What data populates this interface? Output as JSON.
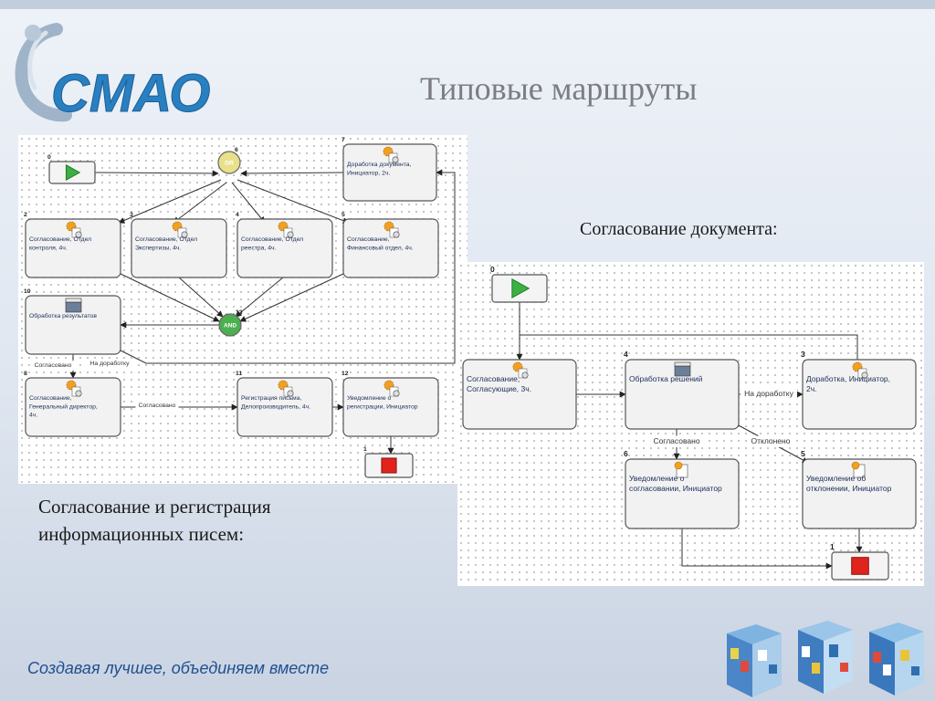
{
  "title": "Типовые маршруты",
  "logo_text": "СМАО",
  "footer": "Создавая лучшее, объединяем вместе",
  "caption_left": [
    "Согласование и регистрация",
    "информационных писем:"
  ],
  "caption_right": "Согласование документа:",
  "colors": {
    "accent": "#2a7fc0",
    "start": "#3cb043",
    "stop": "#e0241b",
    "node_border": "#555555",
    "or_gate": "#e8e08a",
    "and_gate": "#4caf50"
  },
  "diagram_left": {
    "nodes": [
      {
        "id": "0",
        "num": "0",
        "type": "start",
        "label": []
      },
      {
        "id": "6",
        "num": "6",
        "type": "or",
        "label": [
          "OR"
        ]
      },
      {
        "id": "7",
        "num": "7",
        "type": "task",
        "icon": "gear-doc-icon",
        "label": [
          "Доработка документа,",
          "Инициатор, 2ч."
        ]
      },
      {
        "id": "2",
        "num": "2",
        "type": "task",
        "icon": "gear-doc-icon",
        "label": [
          "Согласование, Отдел",
          "контроля, 4ч."
        ]
      },
      {
        "id": "3",
        "num": "3",
        "type": "task",
        "icon": "gear-doc-icon",
        "label": [
          "Согласование, Отдел",
          "Экспертизы, 4ч."
        ]
      },
      {
        "id": "4",
        "num": "4",
        "type": "task",
        "icon": "gear-doc-icon",
        "label": [
          "Согласование, Отдел",
          "реестра, 4ч."
        ]
      },
      {
        "id": "5",
        "num": "5",
        "type": "task",
        "icon": "gear-doc-icon",
        "label": [
          "Согласование,",
          "Финансовый отдел, 4ч."
        ]
      },
      {
        "id": "10",
        "num": "10",
        "type": "task",
        "icon": "clapper-icon",
        "label": [
          "Обработка результатов"
        ]
      },
      {
        "id": "13",
        "num": "13",
        "type": "and",
        "label": [
          "AND"
        ]
      },
      {
        "id": "8",
        "num": "8",
        "type": "task",
        "icon": "gear-doc-icon",
        "label": [
          "Согласование,",
          "Генеральный директор,",
          "4ч."
        ]
      },
      {
        "id": "11",
        "num": "11",
        "type": "task",
        "icon": "gear-doc-icon",
        "label": [
          "Регистрация письма,",
          "Делопроизводитель, 4ч."
        ]
      },
      {
        "id": "12",
        "num": "12",
        "type": "task",
        "icon": "gear-doc-icon",
        "label": [
          "Уведомление о",
          "регистрации, Инициатор"
        ]
      },
      {
        "id": "1",
        "num": "1",
        "type": "stop",
        "label": []
      }
    ],
    "edges": [
      {
        "from": "0",
        "to": "6",
        "label": ""
      },
      {
        "from": "6",
        "to": "2",
        "label": ""
      },
      {
        "from": "6",
        "to": "3",
        "label": ""
      },
      {
        "from": "6",
        "to": "4",
        "label": ""
      },
      {
        "from": "6",
        "to": "5",
        "label": ""
      },
      {
        "from": "2",
        "to": "13",
        "label": ""
      },
      {
        "from": "3",
        "to": "13",
        "label": ""
      },
      {
        "from": "4",
        "to": "13",
        "label": ""
      },
      {
        "from": "5",
        "to": "13",
        "label": ""
      },
      {
        "from": "13",
        "to": "10",
        "label": ""
      },
      {
        "from": "10",
        "to": "8",
        "label": "Согласовано"
      },
      {
        "from": "10",
        "to": "7",
        "label": "На доработку"
      },
      {
        "from": "7",
        "to": "6",
        "label": ""
      },
      {
        "from": "8",
        "to": "11",
        "label": "Согласовано"
      },
      {
        "from": "11",
        "to": "12",
        "label": ""
      },
      {
        "from": "12",
        "to": "1",
        "label": ""
      }
    ]
  },
  "diagram_right": {
    "nodes": [
      {
        "id": "0",
        "num": "0",
        "type": "start",
        "label": []
      },
      {
        "id": "2",
        "num": "",
        "type": "task",
        "icon": "gear-doc-icon",
        "label": [
          "Согласование,",
          "Согласующие, 3ч."
        ]
      },
      {
        "id": "4",
        "num": "4",
        "type": "task",
        "icon": "clapper-icon",
        "label": [
          "Обработка решений"
        ]
      },
      {
        "id": "3",
        "num": "3",
        "type": "task",
        "icon": "gear-doc-icon",
        "label": [
          "Доработка, Инициатор,",
          "2ч."
        ]
      },
      {
        "id": "6",
        "num": "6",
        "type": "task",
        "icon": "doc-icon",
        "label": [
          "Уведомление о",
          "согласовании, Инициатор"
        ]
      },
      {
        "id": "5",
        "num": "5",
        "type": "task",
        "icon": "doc-icon",
        "label": [
          "Уведомление об",
          "отклонении, Инициатор"
        ]
      },
      {
        "id": "1",
        "num": "1",
        "type": "stop",
        "label": []
      }
    ],
    "edges": [
      {
        "from": "0",
        "to": "2",
        "label": ""
      },
      {
        "from": "2",
        "to": "4",
        "label": ""
      },
      {
        "from": "4",
        "to": "3",
        "label": "На доработку"
      },
      {
        "from": "3",
        "to": "2",
        "label": ""
      },
      {
        "from": "4",
        "to": "6",
        "label": "Согласовано"
      },
      {
        "from": "4",
        "to": "5",
        "label": "Отклонено"
      },
      {
        "from": "6",
        "to": "1",
        "label": ""
      },
      {
        "from": "5",
        "to": "1",
        "label": ""
      }
    ]
  }
}
